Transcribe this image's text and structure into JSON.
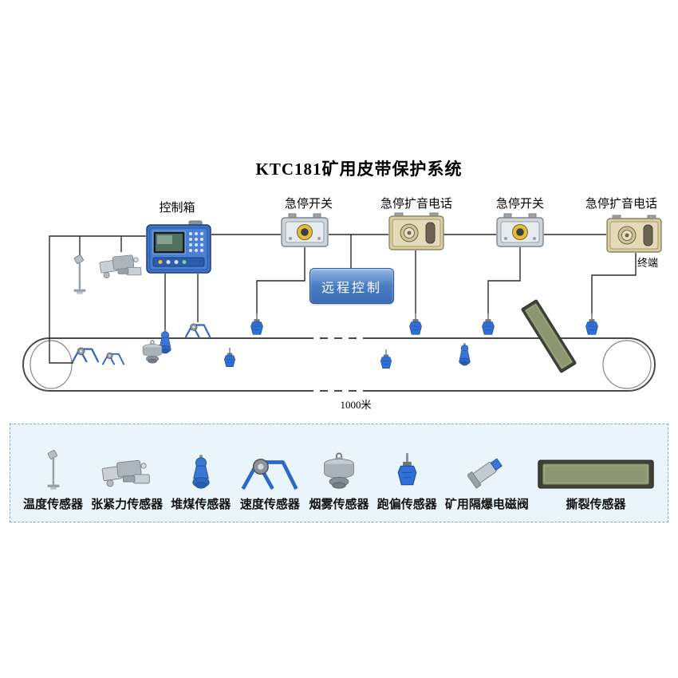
{
  "title": "KTC181矿用皮带保护系统",
  "devices": {
    "control_box": {
      "label": "控制箱"
    },
    "estop_switch_1": {
      "label": "急停开关"
    },
    "estop_phone_1": {
      "label": "急停扩音电话"
    },
    "estop_switch_2": {
      "label": "急停开关"
    },
    "estop_phone_2": {
      "label": "急停扩音电话"
    },
    "remote_control": {
      "label": "远程控制"
    },
    "terminal": {
      "label": "终端"
    }
  },
  "belt": {
    "length_label": "1000米"
  },
  "legend": {
    "items": [
      {
        "name": "temperature-sensor",
        "label": "温度传感器"
      },
      {
        "name": "tension-sensor",
        "label": "张紧力传感器"
      },
      {
        "name": "coal-pile-sensor",
        "label": "堆煤传感器"
      },
      {
        "name": "speed-sensor",
        "label": "速度传感器"
      },
      {
        "name": "smoke-sensor",
        "label": "烟雾传感器"
      },
      {
        "name": "deviation-sensor",
        "label": "跑偏传感器"
      },
      {
        "name": "flameproof-solenoid-valve",
        "label": "矿用隔爆电磁阀"
      },
      {
        "name": "tear-sensor",
        "label": "撕裂传感器"
      }
    ]
  },
  "colors": {
    "control_box_blue": "#3d72c8",
    "sensor_blue": "#2f6fd6",
    "remote_blue": "#4a7cc2",
    "legend_bg": "#eaf4fb",
    "legend_border": "#79aecf",
    "wire": "#2b2b2b"
  }
}
